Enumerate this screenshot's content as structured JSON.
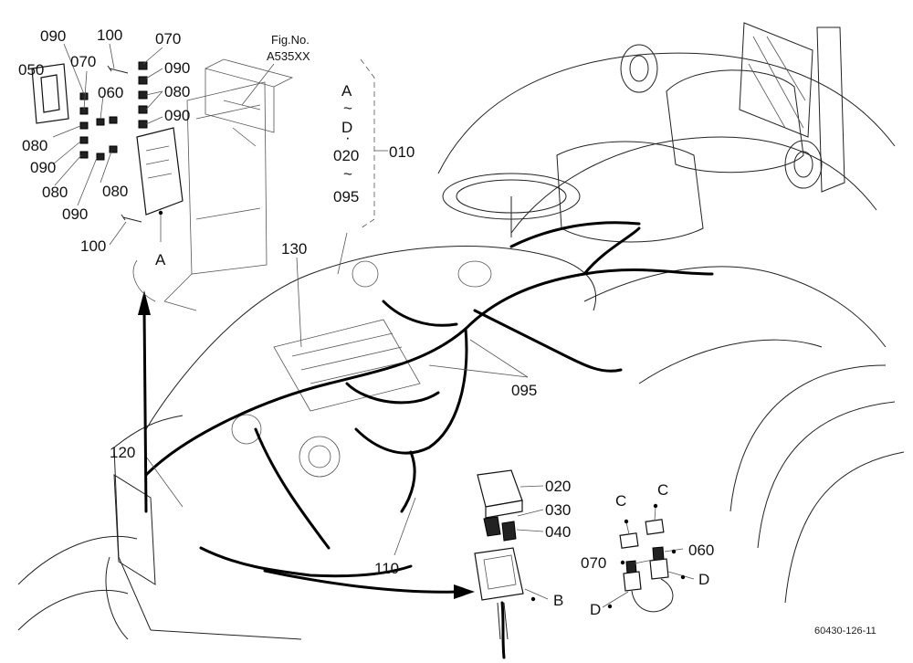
{
  "figure": {
    "fig_no_label": "Fig.No.",
    "fig_no_value": "A535XX",
    "footer_code": "60430-126-11",
    "accent_color": "#000000"
  },
  "callouts": {
    "p050": "050",
    "p090_a": "090",
    "p070_a": "070",
    "p100_a": "100",
    "p070_b": "070",
    "p090_b": "090",
    "p060_a": "060",
    "p080_a": "080",
    "p090_c": "090",
    "p080_b": "080",
    "p090_d": "090",
    "p080_c": "080",
    "p090_e": "090",
    "p080_d": "080",
    "p100_b": "100",
    "view_a": "A",
    "range_a": "A",
    "range_tilde1": "~",
    "range_d": "D",
    "range_dot": "·",
    "range_020": "020",
    "range_tilde2": "~",
    "range_095": "095",
    "p010": "010",
    "p130": "130",
    "p095": "095",
    "p120": "120",
    "p110": "110",
    "p020": "020",
    "p030": "030",
    "p040": "040",
    "p_b": "B",
    "c_left": "C",
    "c_right": "C",
    "p070_c": "070",
    "p060_b": "060",
    "d_right": "D",
    "d_left": "D"
  }
}
